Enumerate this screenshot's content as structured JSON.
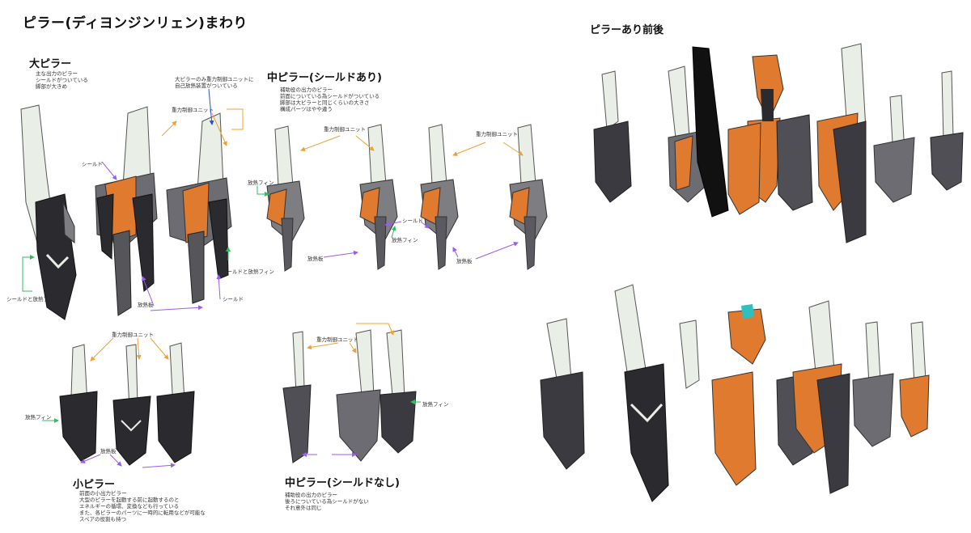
{
  "page": {
    "title": "ピラー(ディヨンジンリェン)まわり",
    "right_heading": "ピラーあり前後"
  },
  "sections": {
    "large": {
      "heading": "大ピラー",
      "notes": [
        "主な出力のピラー",
        "シールドがついている",
        "脚部が大きめ"
      ],
      "callout": [
        "大ピラーのみ重力制御ユニットに",
        "自己放熱装置がついている"
      ],
      "labels": {
        "gravity_unit": "重力制御ユニット",
        "shield": "シールド",
        "shield_fin_left": "シールドと放熱フィン",
        "shield_fin_right": "シールドと放熱フィン",
        "heat_plate": "放熱板",
        "shield_bottom": "シールド"
      }
    },
    "medium_shield": {
      "heading": "中ピラー(シールドあり)",
      "notes": [
        "補助役の出力のピラー",
        "前面についている為シールドがついている",
        "脚部は大ピラーと同じくらいの大きさ",
        "構成パーツはやや違う"
      ],
      "labels": {
        "gravity_unit_left": "重力制御ユニット",
        "gravity_unit_right": "重力制御ユニット",
        "fin_left": "放熱フィン",
        "shield": "シールド",
        "fin_center": "放熱フィン",
        "plate_left": "放熱板",
        "plate_right": "放熱板"
      }
    },
    "small": {
      "heading": "小ピラー",
      "notes": [
        "前面の小出力ピラー",
        "大型のピラーを起動する前に起動するのと",
        "エネルギーの循環、変換なども行っている",
        "また、各ピラーのパーツに一時的に転用などが可能な",
        "スペアの役割も持つ"
      ],
      "labels": {
        "gravity_unit": "重力制御ユニット",
        "fin": "放熱フィン",
        "plate": "放熱板"
      }
    },
    "medium_noshield": {
      "heading": "中ピラー(シールドなし)",
      "notes": [
        "補助役の出力のピラー",
        "後ろについている為シールドがない",
        "それ意外は同じ"
      ],
      "labels": {
        "gravity_unit": "重力制御ユニット",
        "fin": "放熱フィン"
      }
    }
  },
  "colors": {
    "orange": "#e07a2e",
    "dark": "#2b2b2f",
    "gray": "#7d7d82",
    "pale": "#e9efe7",
    "arrow_orange": "#f0a030",
    "arrow_purple": "#9a5cf0",
    "arrow_green": "#2fbf5f",
    "arrow_blue": "#3050e0"
  }
}
